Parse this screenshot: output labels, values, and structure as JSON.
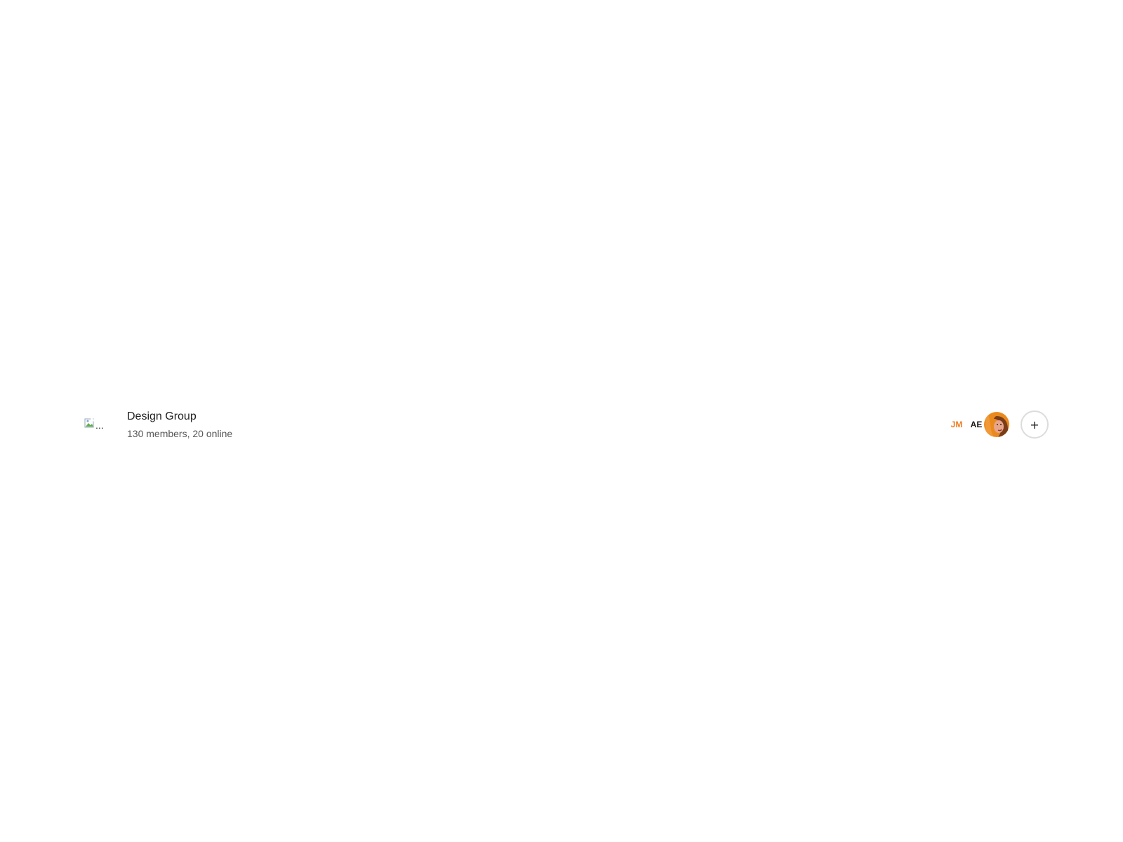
{
  "group": {
    "image_alt": "...",
    "title": "Design Group",
    "subtitle": "130 members, 20 online"
  },
  "avatars": [
    {
      "initials": "JM",
      "color": "#f07c22"
    },
    {
      "initials": "AE",
      "color": "#1a1a1a"
    }
  ],
  "photo_avatar_icon": "user-photo-icon",
  "add_button": {
    "label": "+",
    "icon": "plus-icon"
  }
}
